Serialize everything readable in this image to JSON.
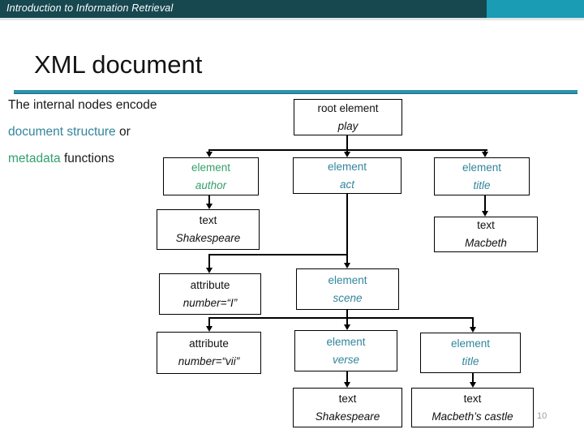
{
  "header": {
    "course_title": "Introduction to Information Retrieval"
  },
  "slide": {
    "title": "XML document",
    "page_number": "10"
  },
  "colors": {
    "bar_dark": "#174850",
    "bar_accent": "#1b9cb5",
    "title_rule": "#2e93ac",
    "element_blue": "#31859c",
    "element_green": "#33a06e",
    "text_black": "#1a1a1a",
    "page_number_gray": "#9aa0a3"
  },
  "intro": {
    "line1": "The internal nodes encode",
    "line2_colored": "document structure",
    "line2_rest": " or",
    "line3_colored": "metadata",
    "line3_rest": " functions"
  },
  "tree": {
    "nodes": [
      {
        "id": "root-play",
        "type_label": "root element",
        "name_label": "play",
        "color_role": "black"
      },
      {
        "id": "element-author",
        "type_label": "element",
        "name_label": "author",
        "color_role": "green"
      },
      {
        "id": "element-act",
        "type_label": "element",
        "name_label": "act",
        "color_role": "blue"
      },
      {
        "id": "element-title-1",
        "type_label": "element",
        "name_label": "title",
        "color_role": "blue"
      },
      {
        "id": "text-shakespeare-1",
        "type_label": "text",
        "name_label": "Shakespeare",
        "color_role": "black"
      },
      {
        "id": "text-macbeth",
        "type_label": "text",
        "name_label": "Macbeth",
        "color_role": "black"
      },
      {
        "id": "attribute-number-i",
        "type_label": "attribute",
        "name_label": "number=“I”",
        "color_role": "black"
      },
      {
        "id": "element-scene",
        "type_label": "element",
        "name_label": "scene",
        "color_role": "blue"
      },
      {
        "id": "attribute-number-vii",
        "type_label": "attribute",
        "name_label": "number=“vii”",
        "color_role": "black"
      },
      {
        "id": "element-verse",
        "type_label": "element",
        "name_label": "verse",
        "color_role": "blue"
      },
      {
        "id": "element-title-2",
        "type_label": "element",
        "name_label": "title",
        "color_role": "blue"
      },
      {
        "id": "text-shakespeare-2",
        "type_label": "text",
        "name_label": "Shakespeare",
        "color_role": "black"
      },
      {
        "id": "text-macbeth-castle",
        "type_label": "text",
        "name_label": "Macbeth’s castle",
        "color_role": "black"
      }
    ]
  }
}
